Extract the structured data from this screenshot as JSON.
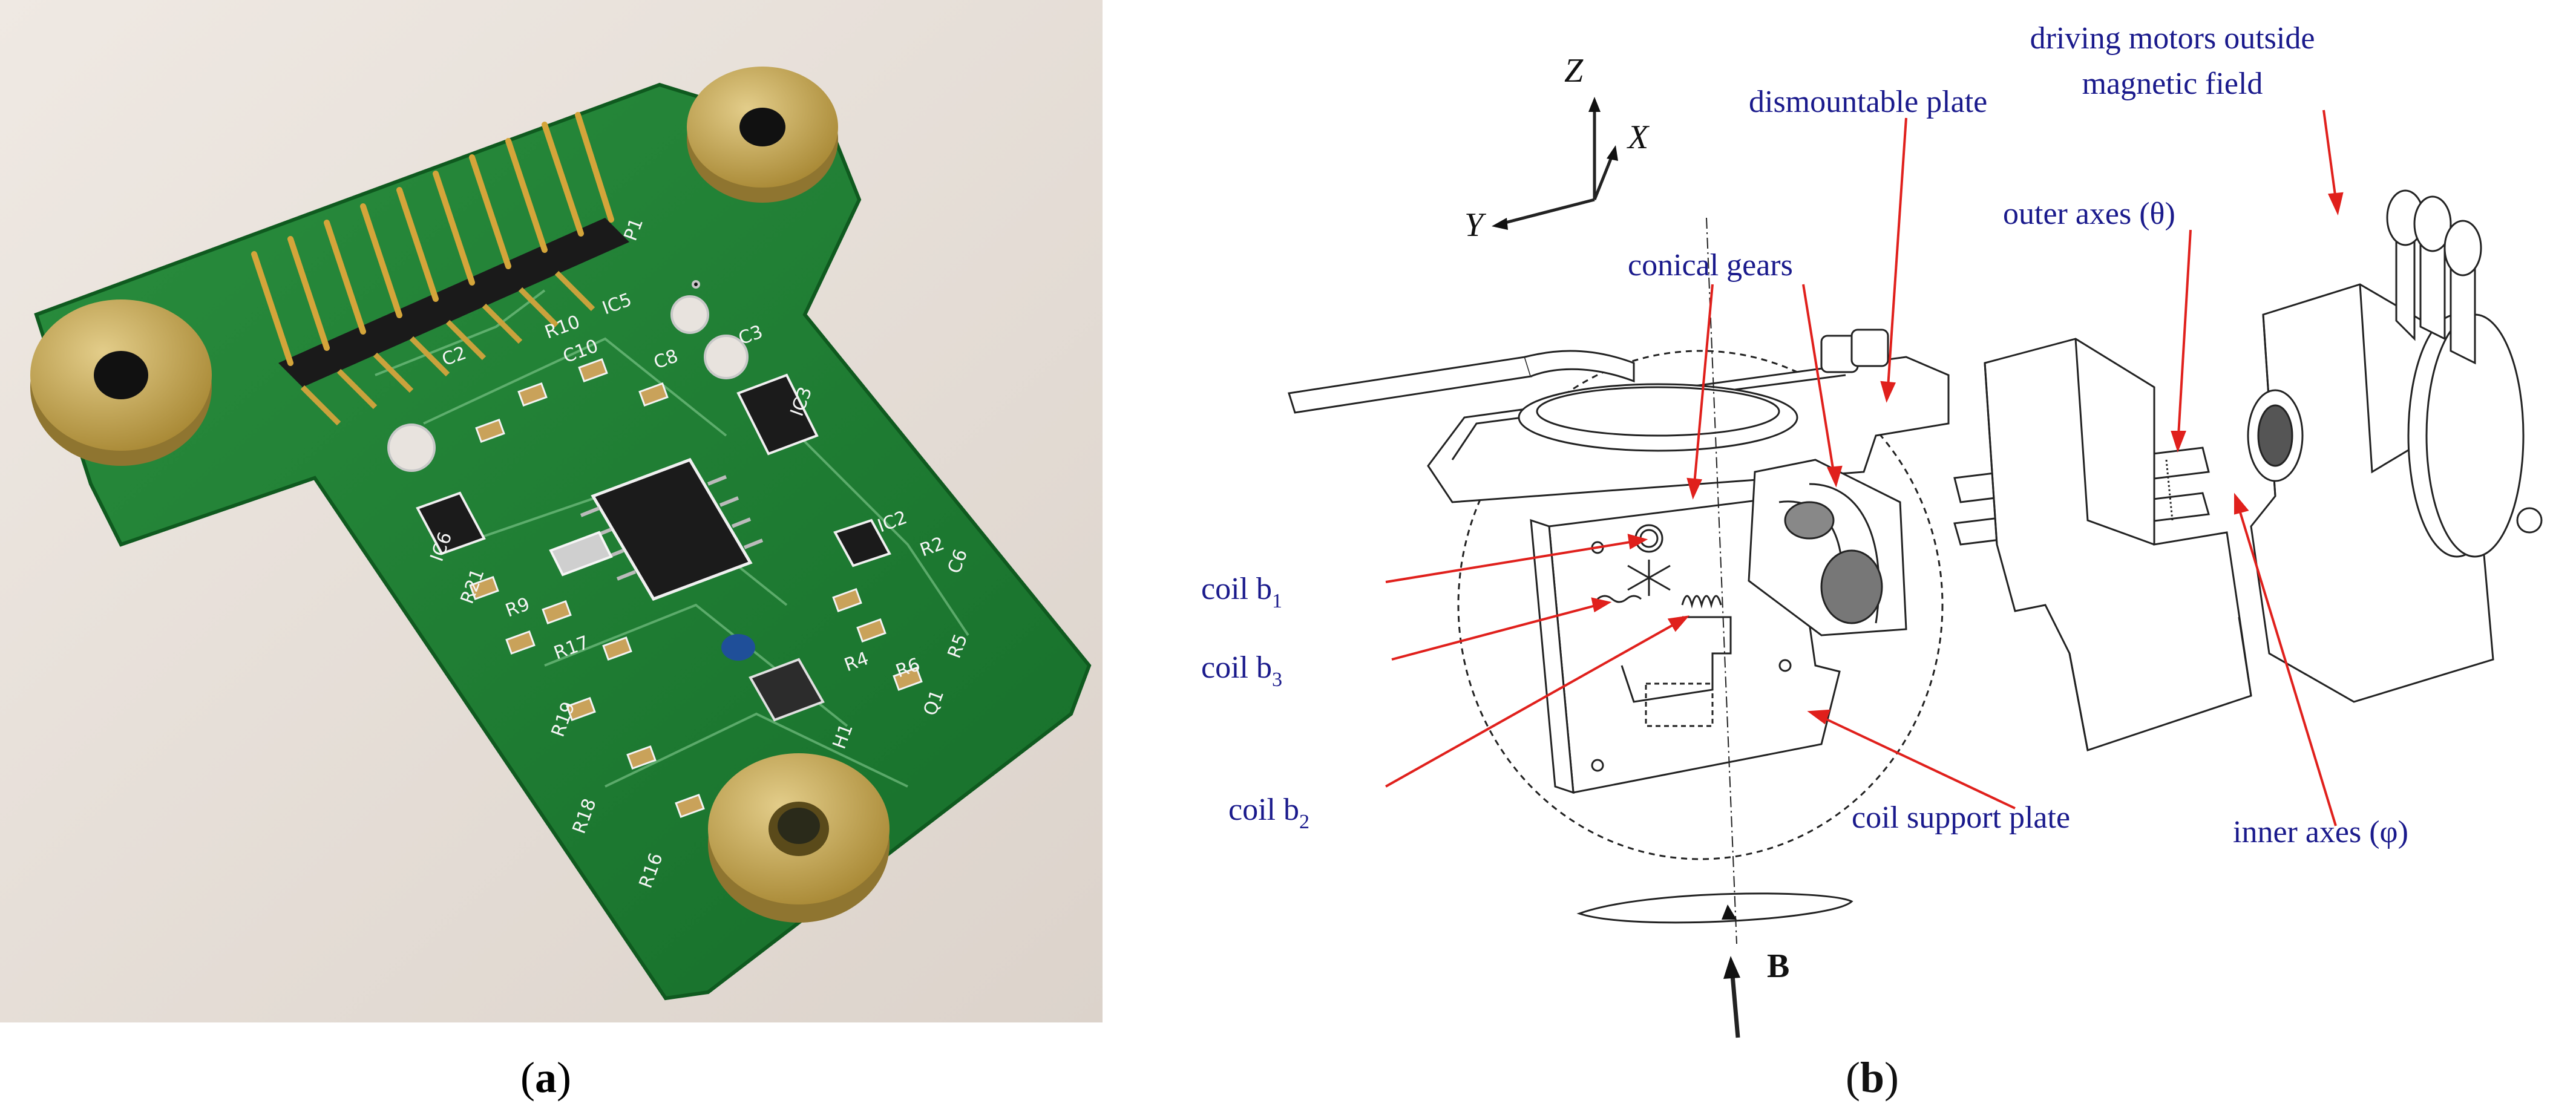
{
  "panel_a": {
    "caption_letter": "a",
    "board_labels": [
      "P1",
      "IC5",
      "R10",
      "C10",
      "C8",
      "C3",
      "C2",
      "IC3",
      "IC6",
      "R21",
      "R9",
      "R17",
      "IC2",
      "R2",
      "C6",
      "R5",
      "R4",
      "R6",
      "Q1",
      "R19",
      "R18",
      "R16",
      "H1"
    ],
    "colors": {
      "pcb": "#1f7d35",
      "pcb_dark": "#135a22",
      "silk": "#f3f3f3",
      "gold": "#c9a855",
      "pad": "#d7bb6a",
      "background": "#e8e3de"
    }
  },
  "panel_b": {
    "caption_letter": "b",
    "axes": {
      "z": "Z",
      "x": "X",
      "y": "Y"
    },
    "labels": {
      "dismountable_plate": "dismountable plate",
      "driving_motors_line1": "driving motors outside",
      "driving_motors_line2": "magnetic field",
      "outer_axes": "outer axes (θ)",
      "conical_gears": "conical gears",
      "coil_b1": "coil b",
      "coil_b1_sub": "1",
      "coil_b3": "coil b",
      "coil_b3_sub": "3",
      "coil_b2": "coil b",
      "coil_b2_sub": "2",
      "coil_support_plate": "coil support plate",
      "inner_axes": "inner axes (φ)",
      "field": "B"
    },
    "colors": {
      "label": "#1a1a8c",
      "leader": "#e0201c",
      "line": "#222222"
    }
  }
}
